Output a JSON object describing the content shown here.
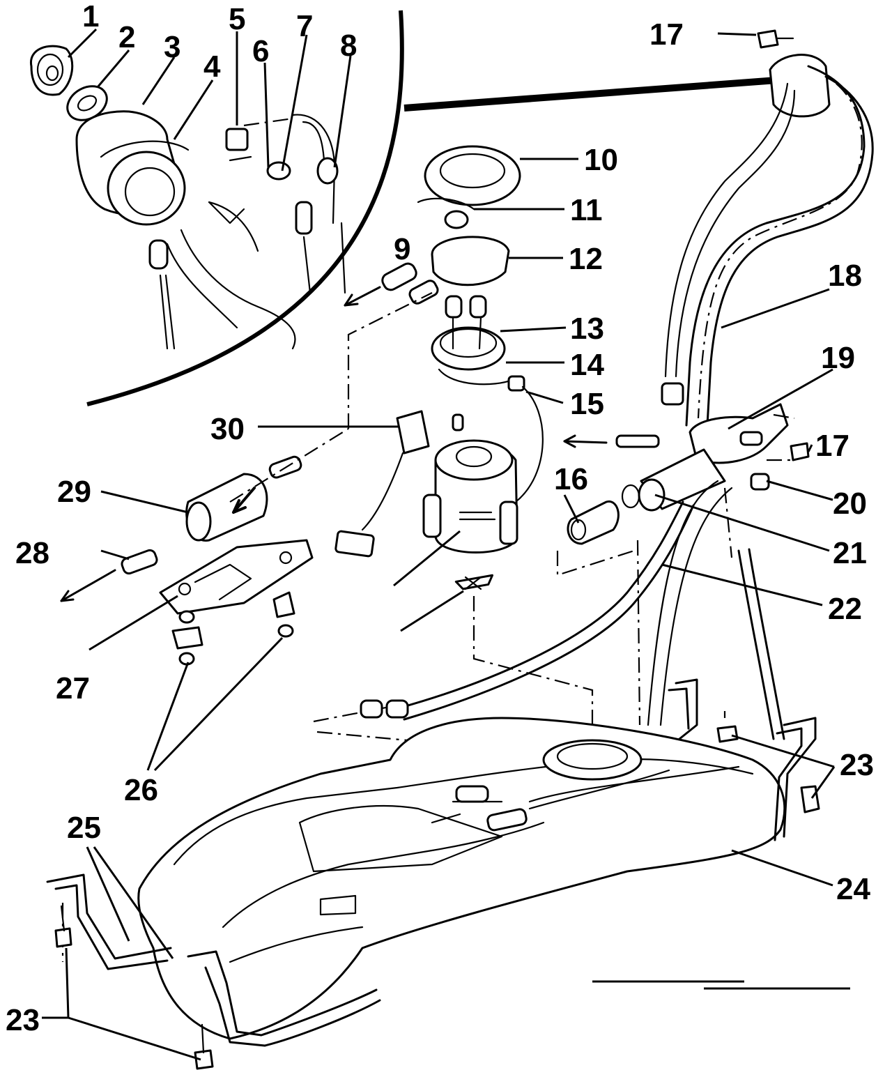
{
  "callouts": [
    {
      "id": "1",
      "text": "1"
    },
    {
      "id": "2",
      "text": "2"
    },
    {
      "id": "3",
      "text": "3"
    },
    {
      "id": "4",
      "text": "4"
    },
    {
      "id": "5",
      "text": "5"
    },
    {
      "id": "6",
      "text": "6"
    },
    {
      "id": "7",
      "text": "7"
    },
    {
      "id": "8",
      "text": "8"
    },
    {
      "id": "9",
      "text": "9"
    },
    {
      "id": "10",
      "text": "10"
    },
    {
      "id": "11",
      "text": "11"
    },
    {
      "id": "12",
      "text": "12"
    },
    {
      "id": "13",
      "text": "13"
    },
    {
      "id": "14",
      "text": "14"
    },
    {
      "id": "15",
      "text": "15"
    },
    {
      "id": "16",
      "text": "16"
    },
    {
      "id": "17a",
      "text": "17"
    },
    {
      "id": "17b",
      "text": "17"
    },
    {
      "id": "18",
      "text": "18"
    },
    {
      "id": "19",
      "text": "19"
    },
    {
      "id": "20",
      "text": "20"
    },
    {
      "id": "21",
      "text": "21"
    },
    {
      "id": "22",
      "text": "22"
    },
    {
      "id": "23a",
      "text": "23"
    },
    {
      "id": "23b",
      "text": "23"
    },
    {
      "id": "24",
      "text": "24"
    },
    {
      "id": "25",
      "text": "25"
    },
    {
      "id": "26",
      "text": "26"
    },
    {
      "id": "27",
      "text": "27"
    },
    {
      "id": "28",
      "text": "28"
    },
    {
      "id": "29",
      "text": "29"
    },
    {
      "id": "30",
      "text": "30"
    }
  ]
}
